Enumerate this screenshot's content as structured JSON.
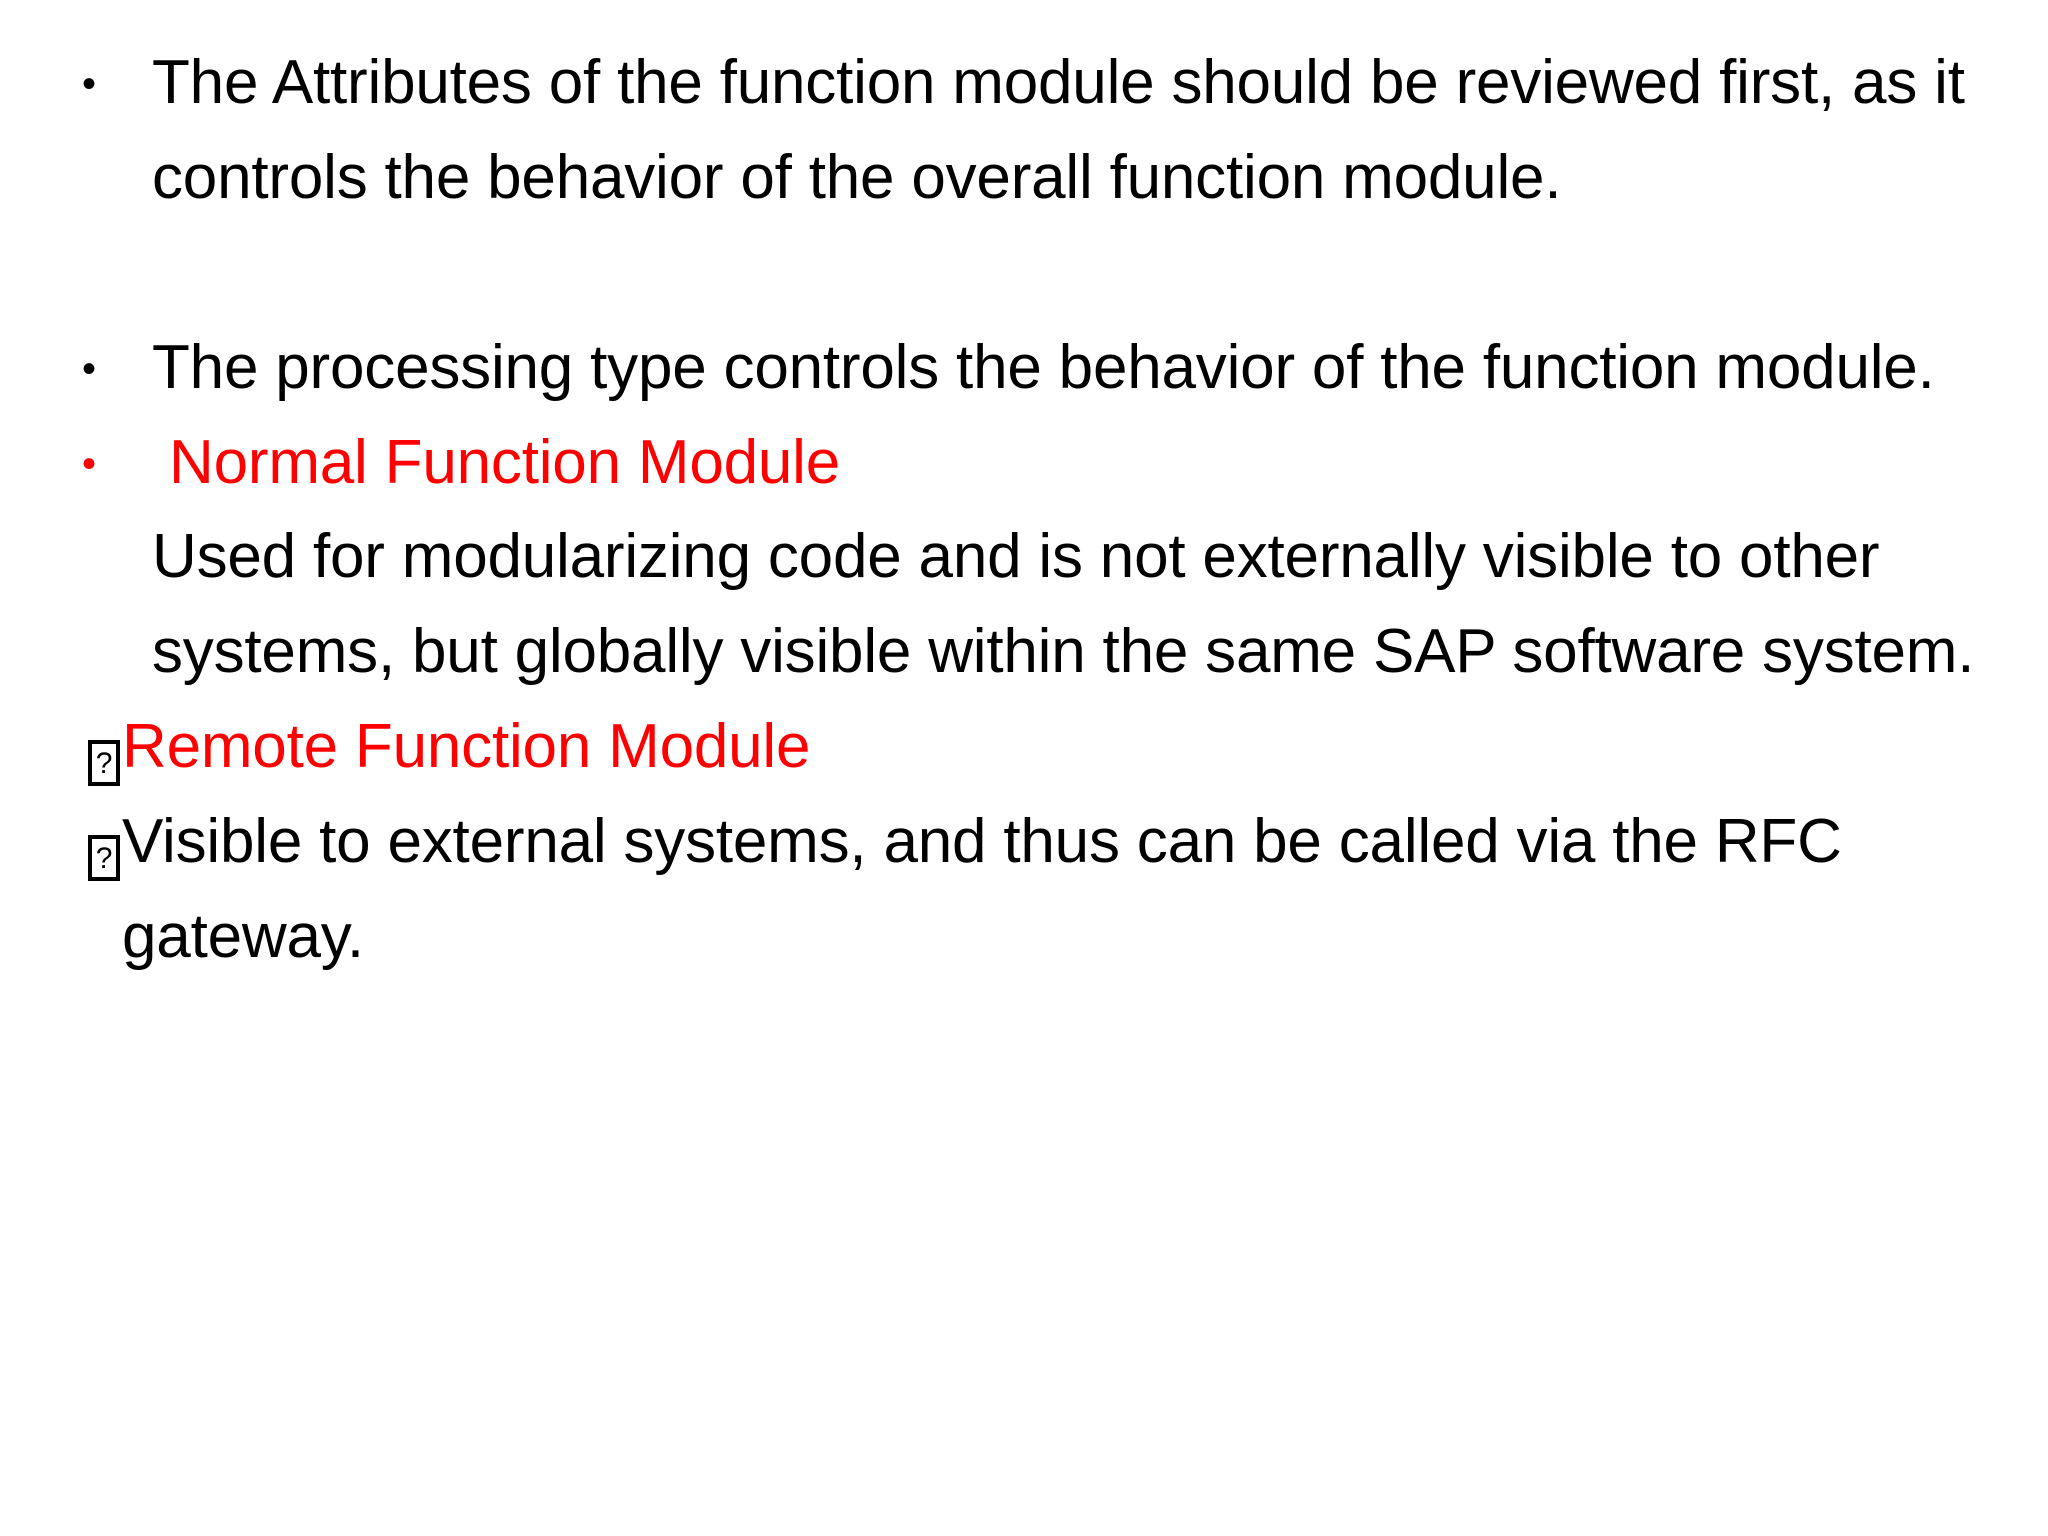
{
  "slide": {
    "background_color": "#ffffff",
    "text_color": "#000000",
    "accent_color": "#FF0000",
    "blocks": [
      {
        "id": "b1",
        "bullet": "disc",
        "bullet_color": "#000000",
        "color": "#000000",
        "text": "The Attributes of the function module should be reviewed first, as it controls the behavior of the overall function module."
      },
      {
        "id": "b2",
        "bullet": "disc",
        "bullet_color": "#000000",
        "color": "#000000",
        "text": "The processing type controls the behavior of the function module."
      },
      {
        "id": "b3",
        "bullet": "disc",
        "bullet_color": "#FF0000",
        "color": "#FF0000",
        "text": " Normal Function Module"
      },
      {
        "id": "b4",
        "bullet": "none",
        "bullet_color": "#000000",
        "color": "#000000",
        "text": "Used for modularizing code and is not externally visible to other systems, but globally visible within the same SAP software system."
      },
      {
        "id": "b5",
        "bullet": "tofu",
        "bullet_color": "#000000",
        "color": "#FF0000",
        "text": "Remote Function Module"
      },
      {
        "id": "b6",
        "bullet": "tofu",
        "bullet_color": "#000000",
        "color": "#000000",
        "text": "Visible to external systems, and thus can be called via the RFC gateway."
      }
    ],
    "bullet_glyphs": {
      "disc": "•",
      "tofu": "?"
    }
  }
}
